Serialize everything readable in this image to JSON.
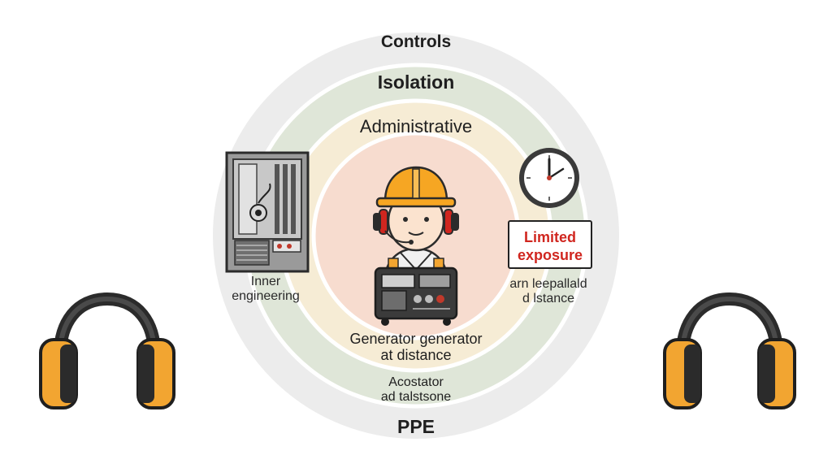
{
  "rings": {
    "outer": "Controls",
    "isolation": "Isolation",
    "administrative": "Administrative",
    "ppe": "PPE"
  },
  "left_item": {
    "line1": "Inner",
    "line2": "engineering"
  },
  "right_item": {
    "badge_line1": "Limited",
    "badge_line2": "exposure",
    "line1": "arn leepallald",
    "line2": "d lstance"
  },
  "center": {
    "line1": "Generator generator",
    "line2": "at distance"
  },
  "lower": {
    "line1": "Acostator",
    "line2": "ad talstsone"
  },
  "colors": {
    "outer_ring": "#e9e9e9",
    "isolation_ring": "#dde5d6",
    "admin_ring": "#f6ecd3",
    "core": "#f7ddd0",
    "hardhat": "#f6a623",
    "earmuff_cup": "#f2a531",
    "badge_text": "#d0261f"
  },
  "icons": [
    "headphones-icon",
    "electrical-panel-icon",
    "clock-icon",
    "worker-icon",
    "generator-icon"
  ]
}
